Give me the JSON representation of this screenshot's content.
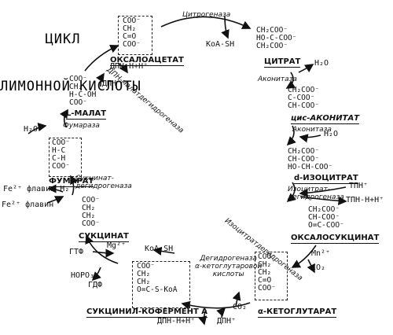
{
  "title": {
    "line1": "ЦИКЛ",
    "line2": "ЛИМОННОЙ КИСЛОТЫ"
  },
  "compounds": {
    "oxaloacetate": {
      "lines": [
        "COO⁻",
        "CH₂",
        "C=O",
        "COO⁻"
      ],
      "name": "ОКСАЛОАЦЕТАТ"
    },
    "citrate": {
      "lines": [
        "CH₂COO⁻",
        "HO-C-COO⁻",
        "CH₂COO⁻"
      ],
      "name": "ЦИТРАТ"
    },
    "cis_aconitate": {
      "lines": [
        "CH₂COO⁻",
        "C-COO⁻",
        "CH-COO⁻"
      ],
      "name": "цис-АКОНИТАТ"
    },
    "isocitrate": {
      "lines": [
        "CH₂COO⁻",
        "CH-COO⁻",
        "HO-CH-COO⁻"
      ],
      "name": "d-ИЗОЦИТРАТ"
    },
    "oxalosuccinate": {
      "lines": [
        "CH₂COO⁻",
        "CH-COO⁻",
        "O=C-COO⁻"
      ],
      "name": "ОКСАЛОСУКЦИНАТ"
    },
    "ketoglutarate": {
      "lines": [
        "COO⁻",
        "CH₂",
        "CH₂",
        "C=O",
        "COO⁻"
      ],
      "name": "α-КЕТОГЛУТАРАТ"
    },
    "succinyl_coa": {
      "lines": [
        "COO⁻",
        "CH₂",
        "CH₂",
        "O=C-S-KoA"
      ],
      "name": "СУКЦИНИЛ-КОФЕРМЕНТ А"
    },
    "succinate": {
      "lines": [
        "COO⁻",
        "CH₂",
        "CH₂",
        "COO⁻"
      ],
      "name": "СУКЦИНАТ"
    },
    "fumarate": {
      "lines": [
        "COO⁻",
        "H-C",
        "C-H",
        "COO⁻"
      ],
      "name": "ФУМАРАТ"
    },
    "malate": {
      "lines": [
        "COO⁻",
        "CH₂",
        "H-C-OH",
        "COO⁻"
      ],
      "name": "L-МАЛАТ"
    }
  },
  "enzymes": {
    "citrate_synthase": "Цитрогеназа",
    "aconitase1": "Аконитаза",
    "aconitase2": "Аконитаза",
    "isocitrate_dh": "Изоцитрат-\nдегидрогеназа",
    "isocitrate_dh_outer": "Изоцитратдегидрогеназа",
    "ketoglutarate_dh": "Дегидрогеназа\nα-кетоглутаровой\nкислоты",
    "succinate_dh": "Сукцинат-\nдегидрогеназа",
    "fumarase": "Фумараза",
    "malate_dh": "ДПН-малатдегидрогеназа"
  },
  "cofactors": {
    "koa_sh_top": "KoA-SH",
    "koa_sh_bottom": "KoA-SH",
    "h2o_citrate": "H₂O",
    "h2o_aconitate": "H₂O",
    "h2o_fumarate": "H₂O",
    "tpn_plus": "ТПН⁺",
    "tpn_h": "ТПН-Н+Н⁺",
    "mn": "Mn²⁺",
    "co2_right": "CO₂",
    "co2_bottom": "CO₂",
    "dpn_bottom": "ДПН⁺",
    "dpn_h_bottom": "ДПН-Н+Н⁺",
    "gtf": "ГТФ",
    "mg": "Mg²⁺",
    "hpo3": "НОРО₃",
    "gdf": "ГДФ",
    "flavin_h2": "Fe²⁺ флавин H₂",
    "flavin": "Fe²⁺ флавин",
    "dpn_h_top": "ДПН-Н+Н⁺",
    "dpn_top": "ДПН⁺"
  }
}
